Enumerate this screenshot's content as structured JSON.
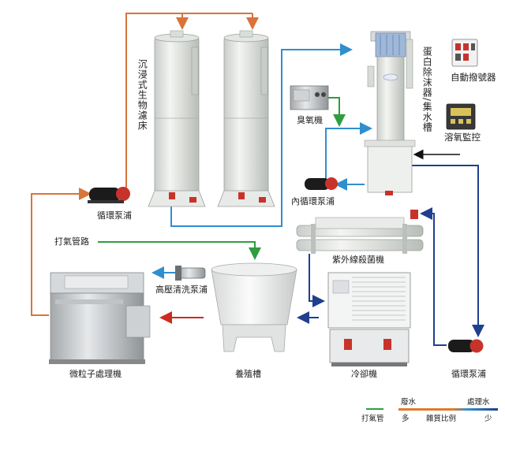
{
  "labels": {
    "bio_filter": "沉浸式生物濾床",
    "protein_skimmer": "蛋白除沫器/集水槽",
    "auto_dialer": "自動撥號器",
    "ozone": "臭氧機",
    "do_monitor": "溶氧監控",
    "inner_pump": "內循環泵浦",
    "circ_pump_left": "循環泵浦",
    "air_pipe": "打氣管路",
    "uv": "紫外線殺菌機",
    "hp_pump": "高壓清洗泵浦",
    "micro_particle": "微粒子處理機",
    "culture_tank": "養殖槽",
    "chiller": "冷卻機",
    "circ_pump_right": "循環泵浦"
  },
  "legend": {
    "air_line": "打氣管",
    "waste_water": "廢水",
    "treated_water": "處理水",
    "more": "多",
    "impurity_ratio": "雜質比例",
    "less": "少",
    "colors": [
      "#2e9e3e",
      "#e07a2a",
      "#2f8fce",
      "#1f3f8f"
    ]
  },
  "colors": {
    "orange": "#d9743a",
    "cyan": "#2f8fce",
    "navy": "#1f3f8f",
    "green": "#2e9e3e",
    "red": "#cc2b22",
    "black": "#111111"
  }
}
